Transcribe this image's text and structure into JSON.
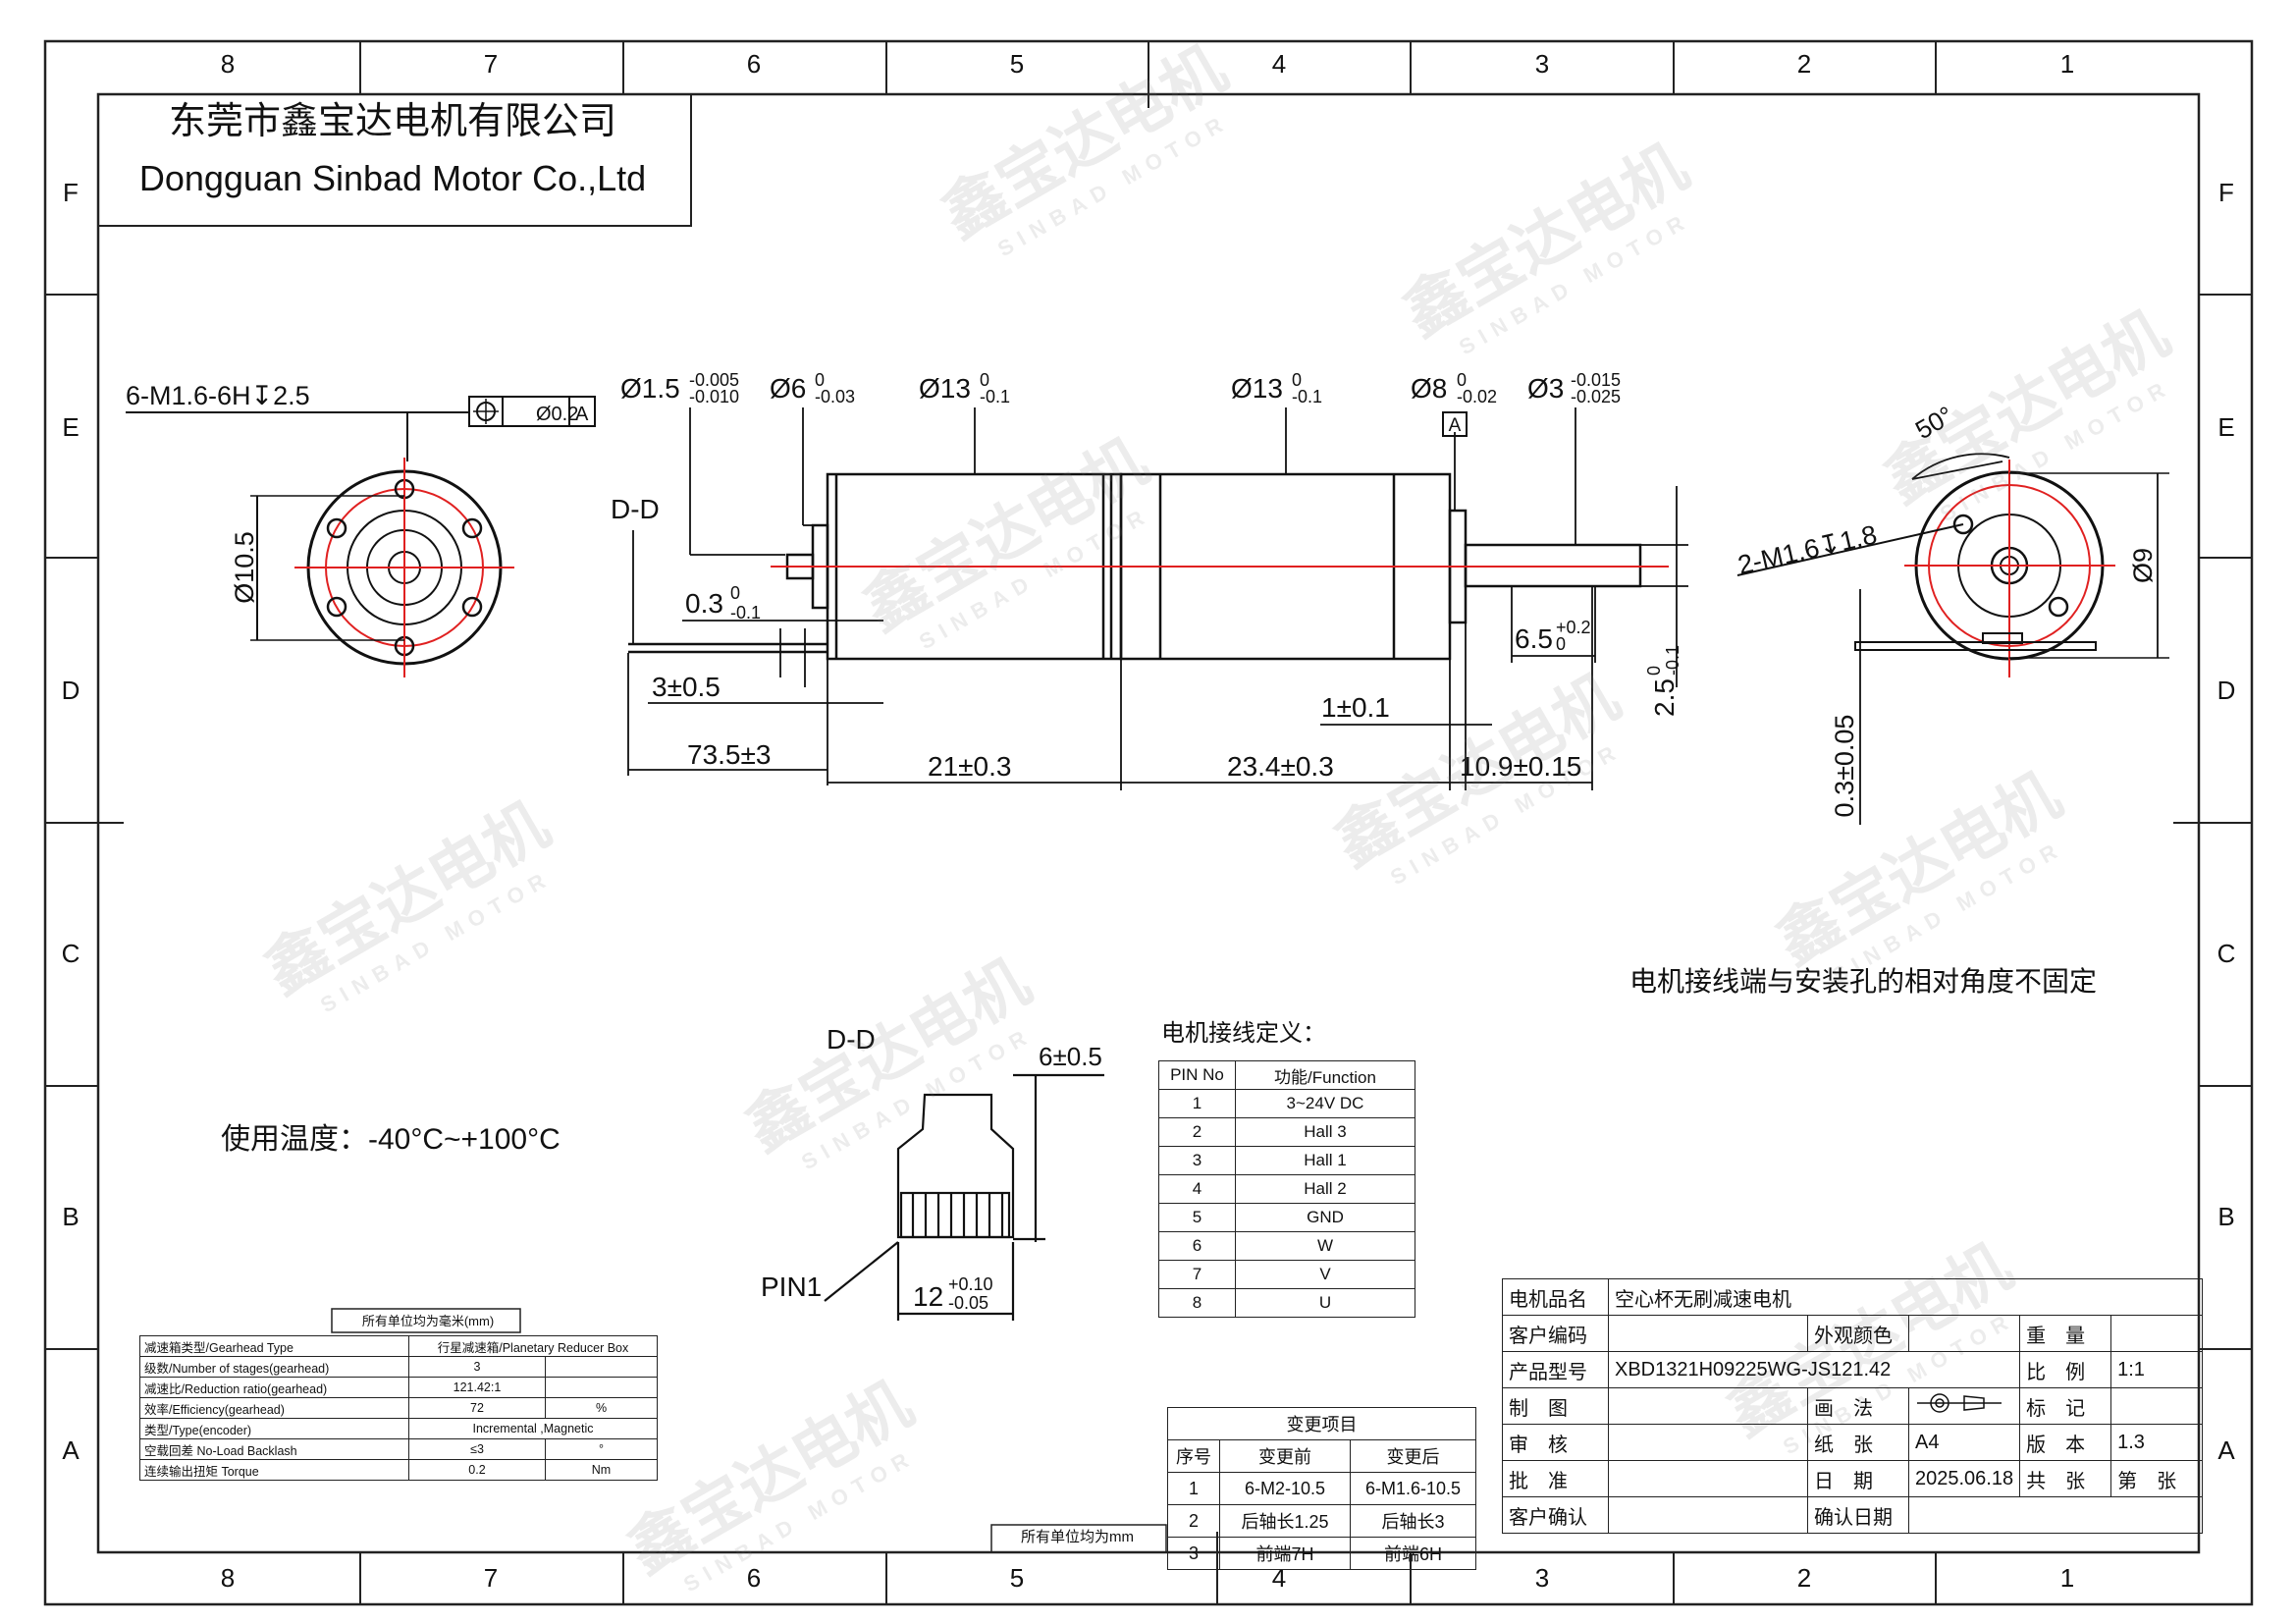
{
  "company": {
    "name_cn": "东莞市鑫宝达电机有限公司",
    "name_en": "Dongguan Sinbad Motor Co.,Ltd"
  },
  "frame": {
    "columns": [
      "8",
      "7",
      "6",
      "5",
      "4",
      "3",
      "2",
      "1"
    ],
    "rows": [
      "F",
      "E",
      "D",
      "C",
      "B",
      "A"
    ]
  },
  "watermark": {
    "cn": "鑫宝达电机",
    "en": "SINBAD MOTOR"
  },
  "front_view": {
    "holes_callout": "6-M1.6-6H↧2.5",
    "position_tol": "Ø0.2",
    "datum": "A",
    "diameter": "Ø10.5"
  },
  "side_view": {
    "section_label": "D-D",
    "dims_top": [
      {
        "base": "Ø1.5",
        "sup": "-0.005",
        "sub": "-0.010"
      },
      {
        "base": "Ø6",
        "sup": "0",
        "sub": "-0.03"
      },
      {
        "base": "Ø13",
        "sup": "0",
        "sub": "-0.1"
      },
      {
        "base": "Ø13",
        "sup": "0",
        "sub": "-0.1"
      },
      {
        "base": "Ø8",
        "sup": "0",
        "sub": "-0.02"
      },
      {
        "base": "Ø3",
        "sup": "-0.015",
        "sub": "-0.025"
      }
    ],
    "datum": "A",
    "dim_03": {
      "base": "0.3",
      "sup": "0",
      "sub": "-0.1"
    },
    "dim_3": "3±0.5",
    "dim_735": "73.5±3",
    "dim_21": "21±0.3",
    "dim_234": "23.4±0.3",
    "dim_1": "1±0.1",
    "dim_109": "10.9±0.15",
    "dim_65": {
      "base": "6.5",
      "sup": "+0.2",
      "sub": "0"
    },
    "dim_25": {
      "base": "2.5",
      "sup": "0",
      "sub": "-0.1"
    }
  },
  "rear_view": {
    "angle": "50°",
    "holes_callout": "2-M1.6↧1.8",
    "diameter": "Ø9",
    "dim_03": "0.3±0.05"
  },
  "note_angle": "电机接线端与安装孔的相对角度不固定",
  "operating_temp": "使用温度：-40°C~+100°C",
  "connector": {
    "label": "D-D",
    "dim_6": "6±0.5",
    "pin1": "PIN1",
    "dim_12": {
      "base": "12",
      "sup": "+0.10",
      "sub": "-0.05"
    }
  },
  "wiring": {
    "title": "电机接线定义：",
    "headers": [
      "PIN No",
      "功能/Function"
    ],
    "rows": [
      [
        "1",
        "3~24V DC"
      ],
      [
        "2",
        "Hall 3"
      ],
      [
        "3",
        "Hall 1"
      ],
      [
        "4",
        "Hall 2"
      ],
      [
        "5",
        "GND"
      ],
      [
        "6",
        "W"
      ],
      [
        "7",
        "V"
      ],
      [
        "8",
        "U"
      ]
    ]
  },
  "spec": {
    "units_note": "所有单位均为毫米(mm)",
    "rows": [
      [
        "减速箱类型/Gearhead Type",
        "行星减速箱/Planetary Reducer Box",
        ""
      ],
      [
        "级数/Number of stages(gearhead)",
        "3",
        ""
      ],
      [
        "减速比/Reduction ratio(gearhead)",
        "121.42:1",
        ""
      ],
      [
        "效率/Efficiency(gearhead)",
        "72",
        "%"
      ],
      [
        "类型/Type(encoder)",
        "Incremental ,Magnetic",
        ""
      ],
      [
        "空载回差 No-Load Backlash",
        "≤3",
        "°"
      ],
      [
        "连续输出扭矩 Torque",
        "0.2",
        "Nm"
      ]
    ]
  },
  "changes": {
    "title": "变更项目",
    "headers": [
      "序号",
      "变更前",
      "变更后"
    ],
    "rows": [
      [
        "1",
        "6-M2-10.5",
        "6-M1.6-10.5"
      ],
      [
        "2",
        "后轴长1.25",
        "后轴长3"
      ],
      [
        "3",
        "前端7H",
        "前端6H"
      ]
    ],
    "units_note": "所有单位均为mm"
  },
  "title_block": {
    "motor_name_label": "电机品名",
    "motor_name": "空心杯无刷减速电机",
    "customer_code_label": "客户编码",
    "color_label": "外观颜色",
    "weight_label": "重　量",
    "model_label": "产品型号",
    "model": "XBD1321H09225WG-JS121.42",
    "scale_label": "比　例",
    "scale": "1:1",
    "drawn_label": "制　图",
    "projection_label": "画　法",
    "mark_label": "标　记",
    "check_label": "审　核",
    "paper_label": "纸　张",
    "paper": "A4",
    "version_label": "版　本",
    "version": "1.3",
    "approve_label": "批　准",
    "date_label": "日　期",
    "date": "2025.06.18",
    "total_label": "共　张",
    "sheet_label": "第　张",
    "customer_confirm_label": "客户确认",
    "confirm_date_label": "确认日期"
  }
}
